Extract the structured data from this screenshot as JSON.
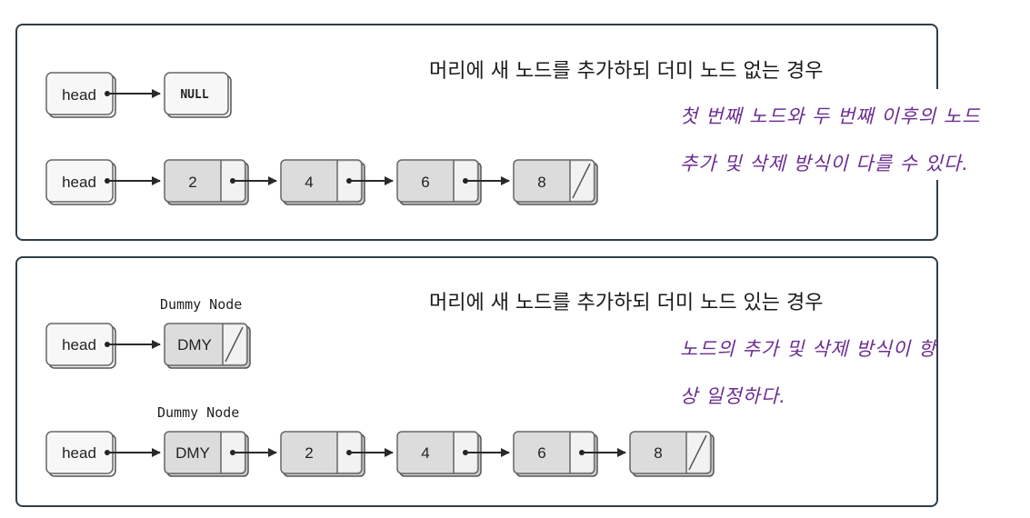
{
  "top": {
    "title": "머리에 새 노드를 추가하되 더미 노드 없는 경우",
    "note_line1": "첫 번째 노드와 두 번째 이후의 노드",
    "note_line2": "추가 및 삭제 방식이 다를 수 있다.",
    "row1": {
      "head": "head",
      "null": "NULL"
    },
    "row2": {
      "head": "head",
      "nodes": [
        "2",
        "4",
        "6",
        "8"
      ]
    }
  },
  "bottom": {
    "title": "머리에 새 노드를 추가하되 더미 노드 있는 경우",
    "note_line1": "노드의 추가 및 삭제 방식이 항",
    "note_line2": "상 일정하다.",
    "dummy_label_1": "Dummy Node",
    "dummy_label_2": "Dummy Node",
    "row1": {
      "head": "head",
      "dummy": "DMY"
    },
    "row2": {
      "head": "head",
      "dummy": "DMY",
      "nodes": [
        "2",
        "4",
        "6",
        "8"
      ]
    }
  },
  "colors": {
    "panel_border": "#2f3e48",
    "node_fill": "#dcdcdc",
    "head_fill": "#f3f3f3",
    "note_color": "#6b2d92"
  }
}
